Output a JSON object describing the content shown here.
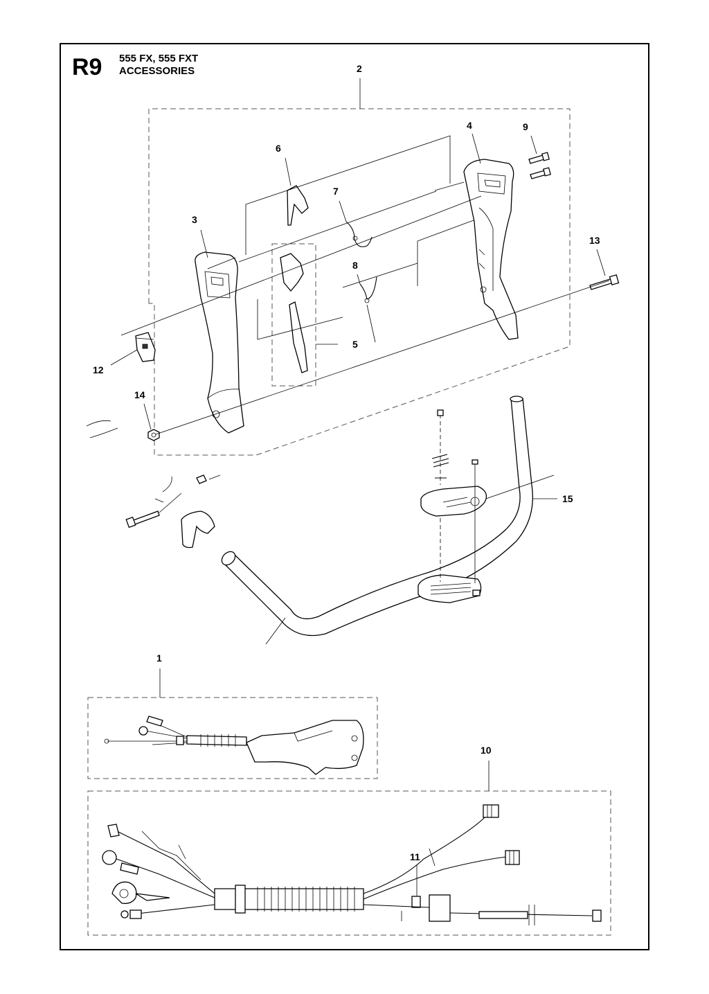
{
  "header": {
    "code": "R9",
    "models": "555 FX, 555 FXT",
    "section": "ACCESSORIES"
  },
  "callouts": {
    "c1": "1",
    "c2": "2",
    "c3": "3",
    "c4": "4",
    "c5": "5",
    "c6": "6",
    "c7": "7",
    "c8": "8",
    "c9": "9",
    "c10": "10",
    "c11": "11",
    "c12": "12",
    "c13": "13",
    "c14": "14",
    "c15": "15"
  }
}
